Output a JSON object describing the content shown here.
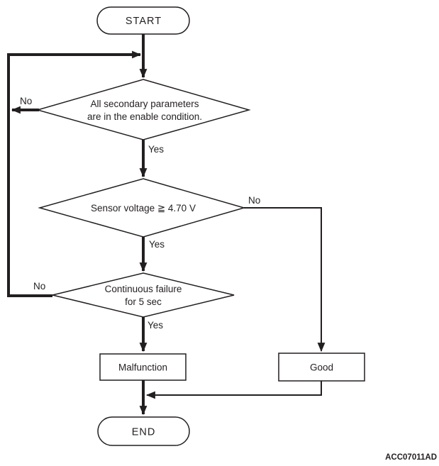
{
  "colors": {
    "ink": "#231f20",
    "background": "#ffffff"
  },
  "figure_code": "ACC07011AD",
  "flowchart": {
    "start": {
      "label": "START"
    },
    "decision_secondary_params": {
      "line1": "All secondary parameters",
      "line2": "are in the enable condition.",
      "no_label": "No",
      "yes_label": "Yes"
    },
    "decision_sensor_voltage": {
      "text": "Sensor voltage ≧ 4.70 V",
      "no_label": "No",
      "yes_label": "Yes"
    },
    "decision_continuous_failure": {
      "line1": "Continuous failure",
      "line2": "for 5 sec",
      "no_label": "No",
      "yes_label": "Yes"
    },
    "process_malfunction": {
      "label": "Malfunction"
    },
    "process_good": {
      "label": "Good"
    },
    "end": {
      "label": "END"
    }
  }
}
